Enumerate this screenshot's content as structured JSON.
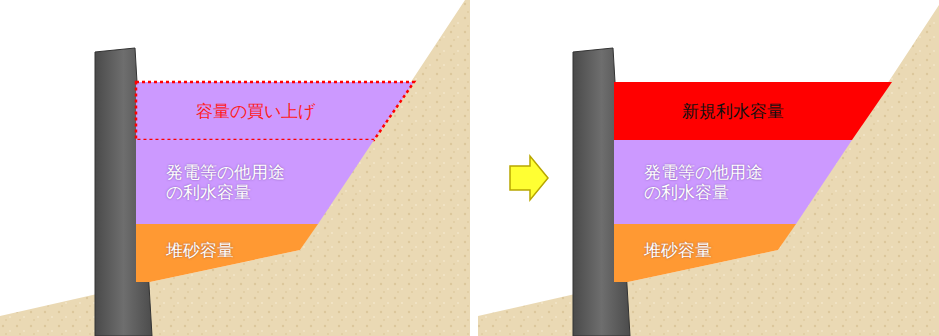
{
  "diagram": {
    "nodes": [
      {
        "text": [
          "容量の買い上げ"
        ]
      },
      {
        "text": [
          "発電等の他用途の利水容量"
        ]
      },
      {
        "text": [
          "堆砂容量"
        ]
      },
      {
        "text": [
          "新規利水容量"
        ]
      },
      {
        "text": [
          "発電等の他用途の利水容量"
        ]
      },
      {
        "text": [
          "堆砂容量"
        ]
      }
    ]
  }
}
